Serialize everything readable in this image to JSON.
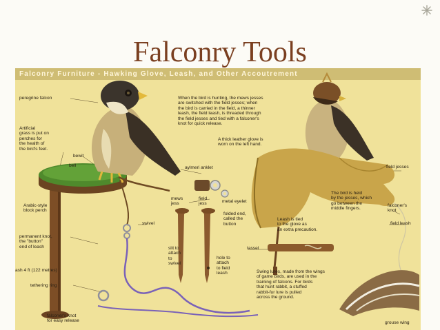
{
  "slide": {
    "title": "Falconry Tools",
    "corner_icon": "snowflake-icon",
    "accent_color": "#7a3f20"
  },
  "poster": {
    "header": "Falconry Furniture - Hawking Glove, Leash, and Other Accoutrement",
    "background_color": "#f0e29a",
    "labels": {
      "peregrine_falcon": "peregrine falcon",
      "artificial_grass": "Artificial\ngrass is put on\nperches for\nthe health of\nthe bird's feet.",
      "bewit": "bewit",
      "bell": "bell",
      "aylmeri_anklet": "aylmeri anklet",
      "mews_jess": "mews\njess",
      "field_jess": "field\njess",
      "metal_eyelet": "metal eyelet",
      "folded_end": "folded end,\ncalled the\nbutton",
      "arabic_perch": "Arabic-style\nblock perch",
      "swivel": "swivel",
      "permanent_knot": "permanent knot,\nthe \"button\"\nend of leash",
      "slit": "slit to\nattach\nto\nswivel",
      "hole": "hole to\nattach\nto field\nleash",
      "leash_length": "ash 4 ft (122 metres)",
      "tethering_ring": "tethering ring",
      "falconers_knot_bottom": "falconer's knot\nfor easy release",
      "hunting_note": "When the bird is hunting, the mews jesses\nare switched with the field jesses; when\nthe bird is carried in the field, a thinner\nleash, the field leash, is threaded through\nthe field jesses and tied with a falconer's\nknot for quick release.",
      "glove_note": "A thick leather glove is\nworn on the left hand.",
      "field_jesses": "field jesses",
      "held_note": "The bird is held\nby the jesses, which\ngo between the\nmiddle fingers.",
      "falconers_knot_right": "falconer's\nknot",
      "field_leash": "field leash",
      "leash_tied": "Leash is tied\nto the glove as\nan extra precaution.",
      "tassel": "tassel",
      "lures_note": "Swing lures, made from the wings\nof game birds, are used in the\ntraining of falcons. For birds\nthat hunt rabbit, a stuffed\nrabbit-fur lure is pulled\nacross the ground.",
      "grouse_wing": "grouse wing"
    }
  }
}
